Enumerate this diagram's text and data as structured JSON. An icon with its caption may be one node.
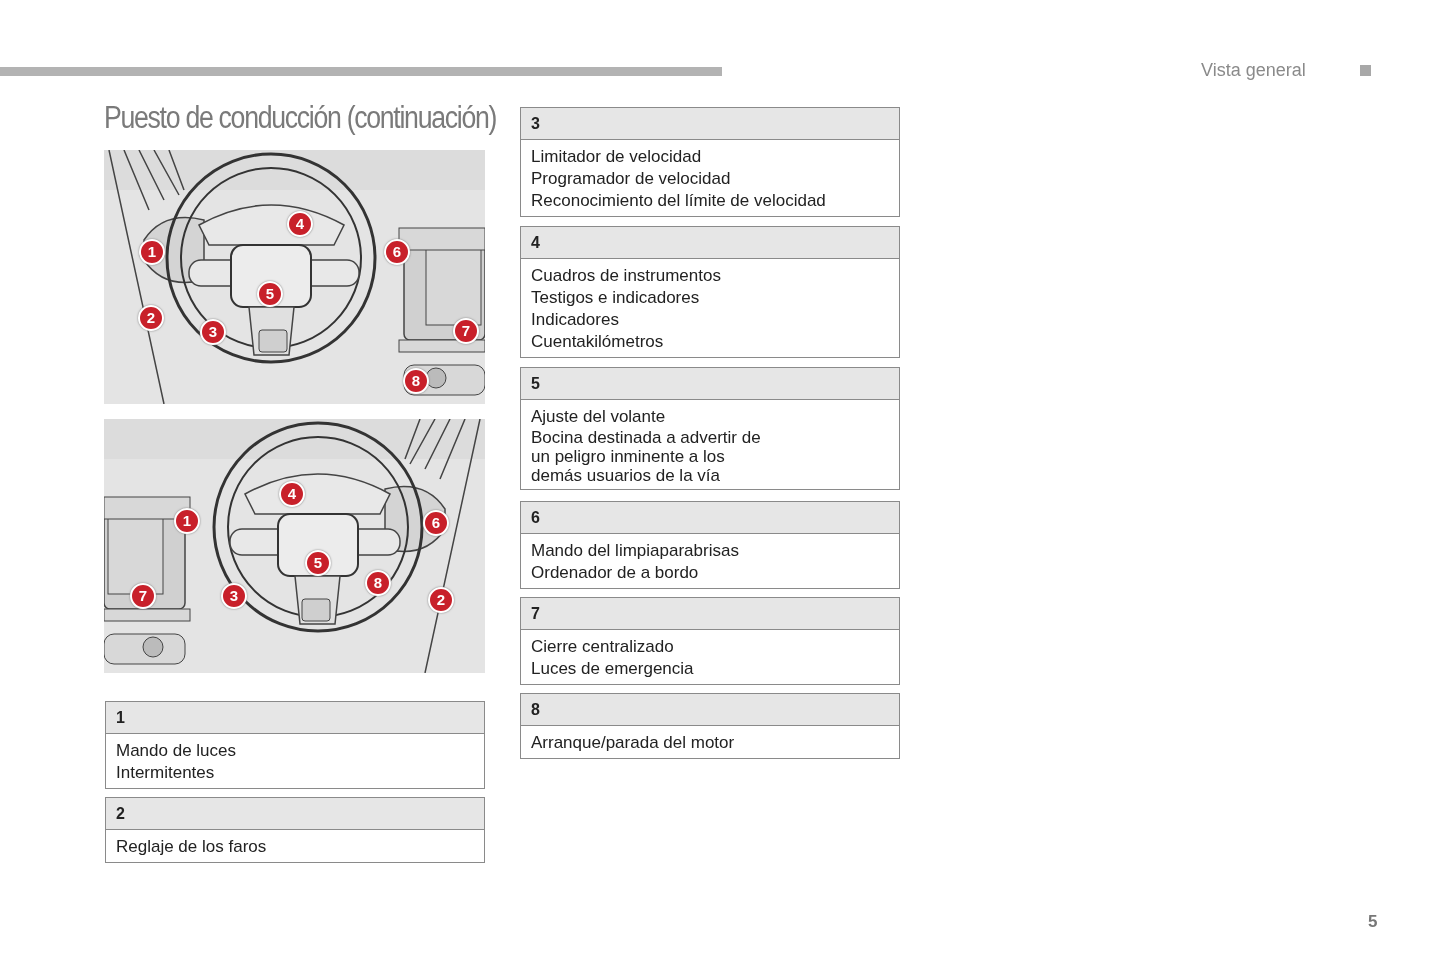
{
  "diagram": {
    "title": "Puesto de conducción (continuación)",
    "nodes": [
      {
        "text": [
          "1",
          "Mando de luces",
          "Intermitentes"
        ]
      },
      {
        "text": [
          "2",
          "Reglaje de los faros"
        ]
      },
      {
        "text": [
          "3",
          "Limitador de velocidad",
          "Programador de velocidad",
          "Reconocimiento del límite de velocidad"
        ]
      },
      {
        "text": [
          "4",
          "Cuadros de instrumentos",
          "Testigos e indicadores",
          "Indicadores",
          "Cuentakilómetros"
        ]
      },
      {
        "text": [
          "5",
          "Ajuste del volante",
          "Bocina destinada a advertir de un peligro inminente a los demás usuarios de la vía"
        ]
      },
      {
        "text": [
          "6",
          "Mando del limpiaparabrisas",
          "Ordenador de a bordo"
        ]
      },
      {
        "text": [
          "7",
          "Cierre centralizado",
          "Luces de emergencia"
        ]
      },
      {
        "text": [
          "8",
          "Arranque/parada del motor"
        ]
      }
    ],
    "labels": [
      "Vista general",
      "4",
      "1",
      "6",
      "5",
      "2",
      "3",
      "7",
      "8",
      "4",
      "1",
      "6",
      "5",
      "8",
      "7",
      "3",
      "2",
      "5"
    ]
  }
}
